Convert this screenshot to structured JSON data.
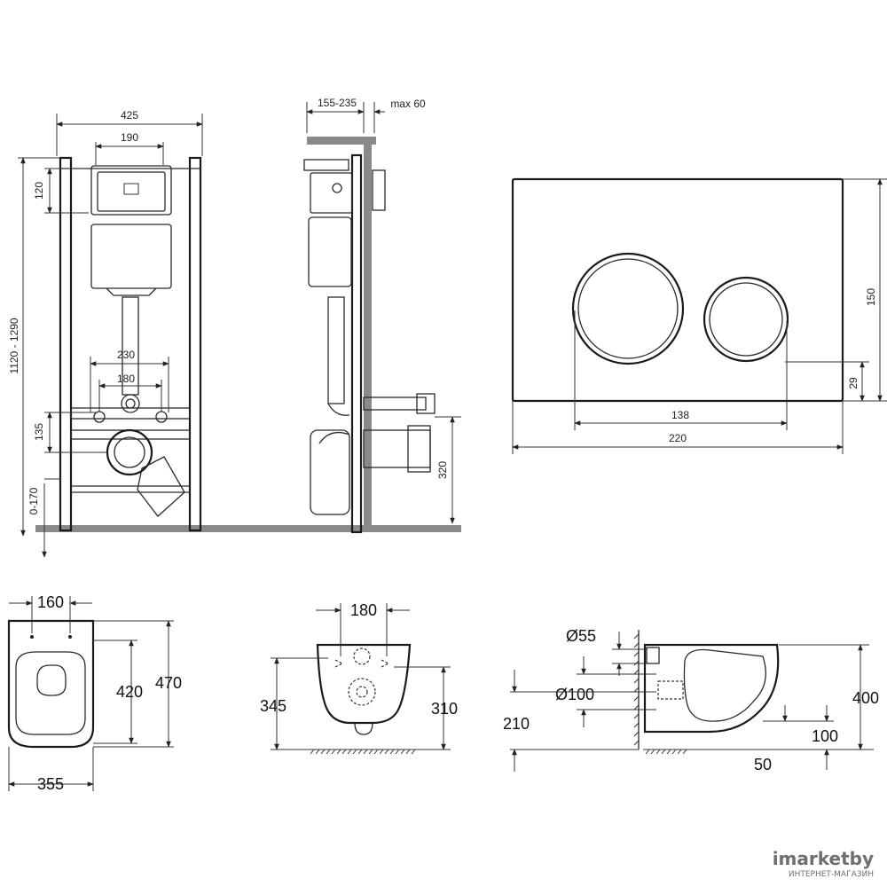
{
  "front_view": {
    "width": "425",
    "panel_width": "190",
    "height_range": "1120 - 1290",
    "top_offset": "120",
    "stud_spacing_outer": "230",
    "stud_spacing_inner": "180",
    "outlet_height": "135",
    "leg_adjust": "0-170"
  },
  "side_view": {
    "depth_range": "155-235",
    "max_cover": "max 60",
    "feed_height": "320"
  },
  "flush_plate": {
    "height": "150",
    "button_offset": "29",
    "button_span": "138",
    "plate_width": "220"
  },
  "bowl_top": {
    "seat_width": "160",
    "overall_width": "355",
    "inner_length": "420",
    "overall_length": "470"
  },
  "bowl_rear": {
    "bolt_spacing": "180",
    "overall_height": "345",
    "mount_height": "310"
  },
  "bowl_side": {
    "inlet_dia": "Ø55",
    "outlet_dia": "Ø100",
    "outlet_height": "210",
    "overall_height": "400",
    "rim_to_outlet": "100",
    "base_clearance": "50"
  },
  "watermark": {
    "brand": "imarketby",
    "tagline": "ИНТЕРНЕТ-МАГАЗИН"
  }
}
